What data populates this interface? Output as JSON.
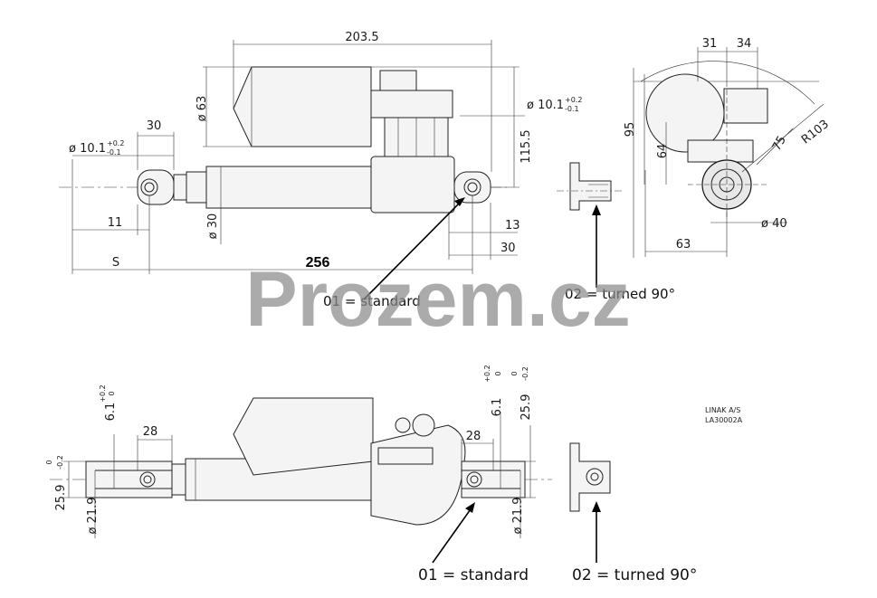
{
  "top_view": {
    "dims": {
      "overall_length": "203.5",
      "motor_diameter": "ø 63",
      "rear_eye_diameter": "ø 10.1",
      "rear_eye_tol_plus": "+0.2",
      "rear_eye_tol_minus": "-0.1",
      "front_eye_diameter": "ø 10.1",
      "front_eye_tol_plus": "+0.2",
      "front_eye_tol_minus": "-0.1",
      "rear_clevis_width": "30",
      "rear_eye_offset": "11",
      "tube_diameter": "ø 30",
      "stroke_label": "S",
      "installation_length": "256",
      "height": "115.5",
      "front_offset": "13",
      "front_clevis_width": "30"
    },
    "callout_standard": "01 = standard",
    "callout_turned": "02 = turned 90°"
  },
  "side_view": {
    "dims": {
      "d31": "31",
      "d34": "34",
      "d95": "95",
      "d64": "64",
      "d75": "75",
      "radius": "R103",
      "d40": "ø 40",
      "d63": "63"
    }
  },
  "bottom_view": {
    "dims": {
      "left_slot_width": "28",
      "right_slot_width": "28",
      "left_offset": "6.1",
      "left_offset_tol_plus": "+0.2",
      "left_offset_tol_zero": "0",
      "left_width": "25.9",
      "left_width_tol_zero": "0",
      "left_width_tol_minus": "-0.2",
      "left_rod_diameter": "ø 21.9",
      "right_offset": "6.1",
      "right_offset_tol_plus": "+0.2",
      "right_offset_tol_zero": "0",
      "right_width": "25.9",
      "right_width_tol_zero": "0",
      "right_width_tol_minus": "-0.2",
      "right_rod_diameter": "ø 21.9"
    },
    "callout_standard": "01 = standard",
    "callout_turned": "02 = turned 90°",
    "company": "LINAK A/S",
    "drawing_number": "LA30002A"
  },
  "watermark": "Prozem.cz"
}
